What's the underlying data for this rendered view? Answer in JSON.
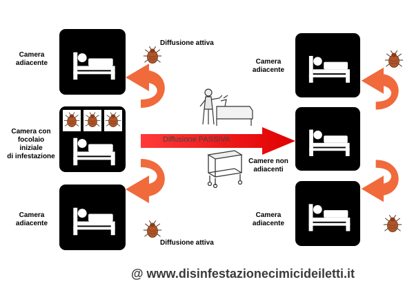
{
  "left": {
    "top_room_label": "Camera\nadiacente",
    "center_room_label": "Camera con\nfocolaio iniziale\ndi infestazione",
    "bottom_room_label": "Camera\nadiacente",
    "top_diffusion": "Diffusione attiva",
    "bottom_diffusion": "Diffusione attiva"
  },
  "right": {
    "top_room_label": "Camera\nadiacente",
    "center_room_label": "Camere non\nadiacenti",
    "bottom_room_label": "Camera\nadiacente"
  },
  "passive_arrow_label": "Diffusione PASSIVA",
  "credit": "@ www.disinfestazionecimicideiletti.it",
  "colors": {
    "room_bg": "#000000",
    "curved_arrow": "#f06a3c",
    "passive_arrow_start": "#ff2020",
    "passive_arrow_end": "#e00000",
    "bug_body": "#b0562a"
  },
  "icons": {
    "room": "bed-icon",
    "bug": "bedbug-icon",
    "cleaner": "person-making-bed-icon",
    "cart": "laundry-cart-icon"
  }
}
